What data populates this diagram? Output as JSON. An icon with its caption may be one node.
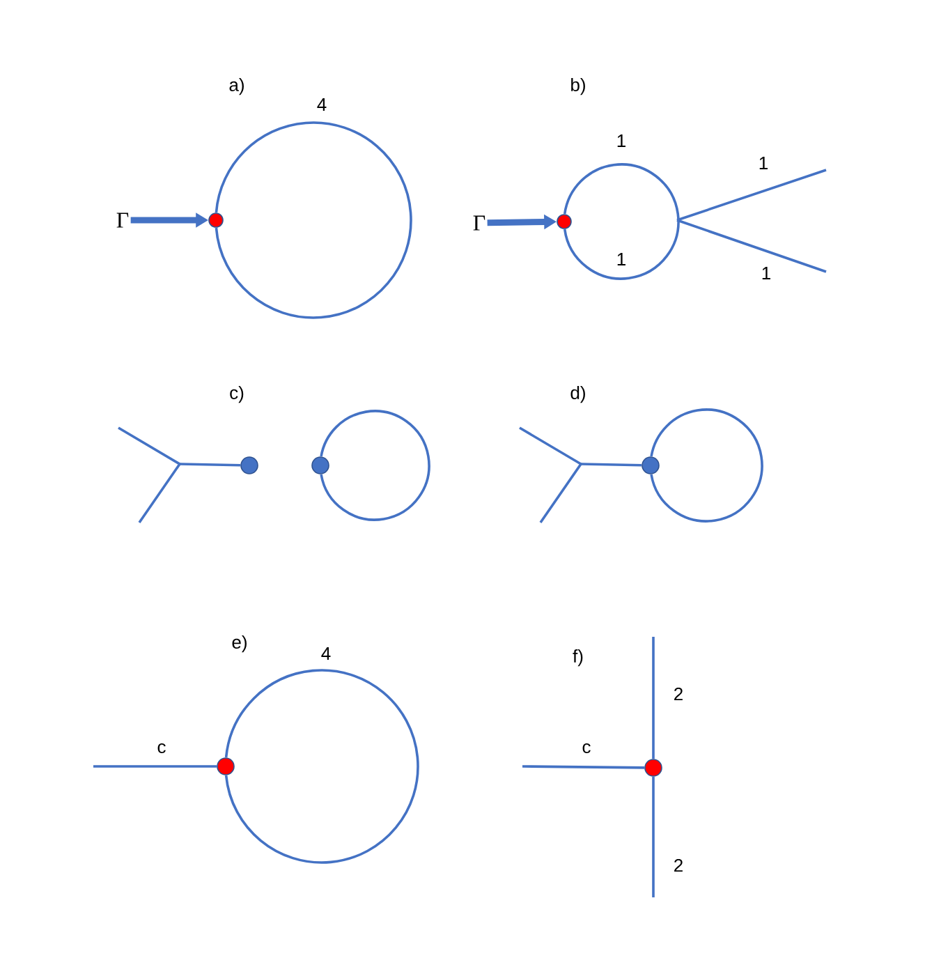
{
  "diagram": {
    "nodes": [
      {
        "text": [
          "Γ"
        ]
      },
      {
        "text": [],
        "shape": "circle"
      },
      {
        "text": [
          "Γ"
        ]
      },
      {
        "text": [],
        "shape": "circle"
      },
      {
        "text": [],
        "shape": "circle"
      },
      {
        "text": [],
        "shape": "circle"
      },
      {
        "text": [],
        "shape": "circle"
      },
      {
        "text": [],
        "shape": "circle"
      },
      {
        "text": [],
        "shape": "circle"
      }
    ],
    "edges": [
      {
        "from": 0,
        "to": 1,
        "arrow": "to",
        "style": "thick"
      },
      {
        "from": 1,
        "to": 1,
        "arrow": "none",
        "label": "4"
      },
      {
        "from": 2,
        "to": 3,
        "arrow": "to",
        "style": "thick"
      },
      {
        "from": 3,
        "to": 3,
        "arrow": "none"
      },
      {
        "from": null,
        "to": 4,
        "arrow": "none"
      },
      {
        "from": 5,
        "to": 5,
        "arrow": "none"
      },
      {
        "from": null,
        "to": 6,
        "arrow": "none"
      },
      {
        "from": 6,
        "to": 6,
        "arrow": "none"
      },
      {
        "from": null,
        "to": 7,
        "arrow": "none",
        "label": "c"
      },
      {
        "from": 7,
        "to": 7,
        "arrow": "none",
        "label": "4"
      },
      {
        "from": 8,
        "to": null,
        "arrow": "none",
        "label": "2"
      },
      {
        "from": null,
        "to": 8,
        "arrow": "none",
        "label": "c"
      },
      {
        "from": 8,
        "to": null,
        "arrow": "none",
        "label": "2"
      }
    ],
    "labels": [
      "a)",
      "b)",
      "1",
      "1",
      "1",
      "1",
      "c)",
      "d)",
      "e)",
      "f)"
    ]
  }
}
